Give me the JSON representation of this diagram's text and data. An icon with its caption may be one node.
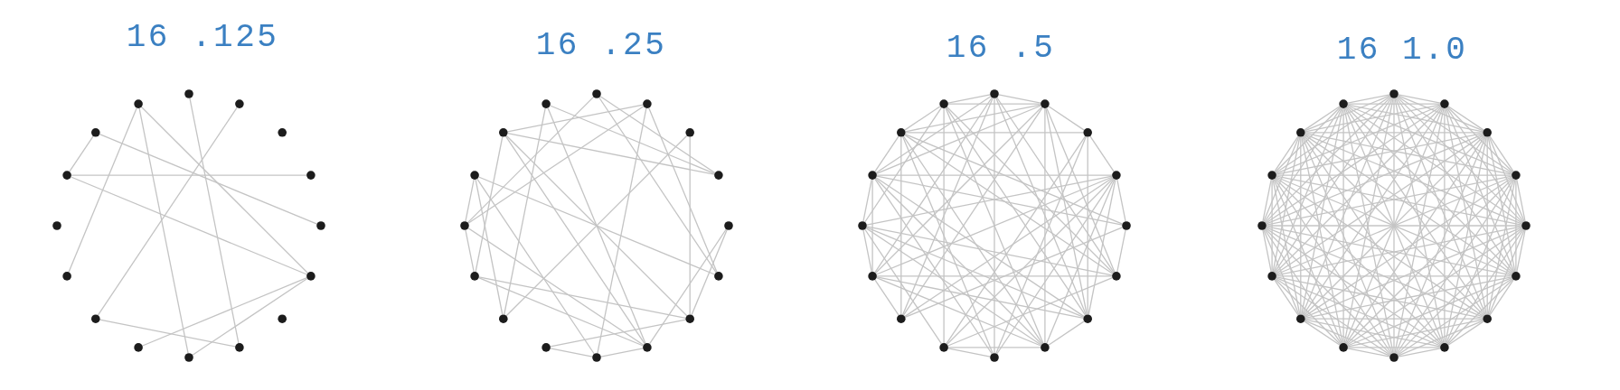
{
  "diagram": {
    "nodes": [
      {
        "text": [],
        "shape": "circle"
      },
      {
        "text": [],
        "shape": "circle"
      },
      {
        "text": [],
        "shape": "circle"
      },
      {
        "text": [],
        "shape": "circle"
      },
      {
        "text": [],
        "shape": "circle"
      },
      {
        "text": [],
        "shape": "circle"
      },
      {
        "text": [],
        "shape": "circle"
      },
      {
        "text": [],
        "shape": "circle"
      },
      {
        "text": [],
        "shape": "circle"
      },
      {
        "text": [],
        "shape": "circle"
      },
      {
        "text": [],
        "shape": "circle"
      },
      {
        "text": [],
        "shape": "circle"
      },
      {
        "text": [],
        "shape": "circle"
      },
      {
        "text": [],
        "shape": "circle"
      },
      {
        "text": [],
        "shape": "circle"
      },
      {
        "text": [],
        "shape": "circle"
      },
      {
        "text": [],
        "shape": "circle"
      },
      {
        "text": [],
        "shape": "circle"
      },
      {
        "text": [],
        "shape": "circle"
      },
      {
        "text": [],
        "shape": "circle"
      },
      {
        "text": [],
        "shape": "circle"
      },
      {
        "text": [],
        "shape": "circle"
      },
      {
        "text": [],
        "shape": "circle"
      },
      {
        "text": [],
        "shape": "circle"
      },
      {
        "text": [],
        "shape": "circle"
      },
      {
        "text": [],
        "shape": "circle"
      },
      {
        "text": [],
        "shape": "circle"
      },
      {
        "text": [],
        "shape": "circle"
      },
      {
        "text": [],
        "shape": "circle"
      },
      {
        "text": [],
        "shape": "circle"
      },
      {
        "text": [],
        "shape": "circle"
      },
      {
        "text": [],
        "shape": "circle"
      },
      {
        "text": [],
        "shape": "circle"
      },
      {
        "text": [],
        "shape": "circle"
      },
      {
        "text": [],
        "shape": "circle"
      },
      {
        "text": [],
        "shape": "circle"
      },
      {
        "text": [],
        "shape": "circle"
      },
      {
        "text": [],
        "shape": "circle"
      },
      {
        "text": [],
        "shape": "circle"
      },
      {
        "text": [],
        "shape": "circle"
      },
      {
        "text": [],
        "shape": "circle"
      },
      {
        "text": [],
        "shape": "circle"
      },
      {
        "text": [],
        "shape": "circle"
      },
      {
        "text": [],
        "shape": "circle"
      },
      {
        "text": [],
        "shape": "circle"
      },
      {
        "text": [],
        "shape": "circle"
      },
      {
        "text": [],
        "shape": "circle"
      },
      {
        "text": [],
        "shape": "circle"
      },
      {
        "text": [],
        "shape": "circle"
      },
      {
        "text": [],
        "shape": "circle"
      },
      {
        "text": [],
        "shape": "circle"
      },
      {
        "text": [],
        "shape": "circle"
      },
      {
        "text": [],
        "shape": "circle"
      },
      {
        "text": [],
        "shape": "circle"
      },
      {
        "text": [],
        "shape": "circle"
      },
      {
        "text": [],
        "shape": "circle"
      },
      {
        "text": [],
        "shape": "circle"
      },
      {
        "text": [],
        "shape": "circle"
      },
      {
        "text": [],
        "shape": "circle"
      },
      {
        "text": [],
        "shape": "circle"
      },
      {
        "text": [],
        "shape": "circle"
      },
      {
        "text": [],
        "shape": "circle"
      },
      {
        "text": [],
        "shape": "circle"
      },
      {
        "text": [],
        "shape": "circle"
      }
    ],
    "edges": [
      {
        "from": 0,
        "to": 7,
        "arrow": "none"
      },
      {
        "from": 1,
        "to": 10,
        "arrow": "none"
      },
      {
        "from": 15,
        "to": 11,
        "arrow": "none"
      },
      {
        "from": 15,
        "to": 8,
        "arrow": "none"
      },
      {
        "from": 15,
        "to": 5,
        "arrow": "none"
      },
      {
        "from": 14,
        "to": 13,
        "arrow": "none"
      },
      {
        "from": 14,
        "to": 4,
        "arrow": "none"
      },
      {
        "from": 13,
        "to": 3,
        "arrow": "none"
      },
      {
        "from": 13,
        "to": 5,
        "arrow": "none"
      },
      {
        "from": 10,
        "to": 7,
        "arrow": "none"
      },
      {
        "from": 9,
        "to": 5,
        "arrow": "none"
      },
      {
        "from": 8,
        "to": 5,
        "arrow": "none"
      },
      {
        "from": 16,
        "to": 28,
        "arrow": "none"
      },
      {
        "from": 16,
        "to": 19,
        "arrow": "none"
      },
      {
        "from": 16,
        "to": 21,
        "arrow": "none"
      },
      {
        "from": 17,
        "to": 30,
        "arrow": "none"
      },
      {
        "from": 17,
        "to": 28,
        "arrow": "none"
      },
      {
        "from": 17,
        "to": 24,
        "arrow": "none"
      },
      {
        "from": 17,
        "to": 21,
        "arrow": "none"
      },
      {
        "from": 18,
        "to": 26,
        "arrow": "none"
      },
      {
        "from": 18,
        "to": 22,
        "arrow": "none"
      },
      {
        "from": 20,
        "to": 22,
        "arrow": "none"
      },
      {
        "from": 20,
        "to": 23,
        "arrow": "none"
      },
      {
        "from": 21,
        "to": 29,
        "arrow": "none"
      },
      {
        "from": 22,
        "to": 27,
        "arrow": "none"
      },
      {
        "from": 22,
        "to": 25,
        "arrow": "none"
      },
      {
        "from": 23,
        "to": 24,
        "arrow": "none"
      },
      {
        "from": 24,
        "to": 25,
        "arrow": "none"
      },
      {
        "from": 23,
        "to": 28,
        "arrow": "none"
      },
      {
        "from": 23,
        "to": 30,
        "arrow": "none"
      },
      {
        "from": 23,
        "to": 31,
        "arrow": "none"
      },
      {
        "from": 24,
        "to": 29,
        "arrow": "none"
      },
      {
        "from": 26,
        "to": 29,
        "arrow": "none"
      },
      {
        "from": 26,
        "to": 31,
        "arrow": "none"
      },
      {
        "from": 27,
        "to": 30,
        "arrow": "none"
      },
      {
        "from": 27,
        "to": 28,
        "arrow": "none"
      },
      {
        "from": 28,
        "to": 29,
        "arrow": "none"
      },
      {
        "from": 31,
        "to": 19,
        "arrow": "none"
      },
      {
        "from": 30,
        "to": 19,
        "arrow": "none"
      },
      {
        "from": 30,
        "to": 22,
        "arrow": "none"
      },
      {
        "from": 27,
        "to": 23,
        "arrow": "none"
      },
      {
        "from": 34,
        "to": 38,
        "arrow": "none"
      },
      {
        "from": 33,
        "to": 39,
        "arrow": "none"
      },
      {
        "from": 32,
        "to": 40,
        "arrow": "none"
      },
      {
        "from": 47,
        "to": 41,
        "arrow": "none"
      },
      {
        "from": 46,
        "to": 42,
        "arrow": "none"
      },
      {
        "from": 45,
        "to": 43,
        "arrow": "none"
      },
      {
        "from": 46,
        "to": 34,
        "arrow": "none"
      },
      {
        "from": 43,
        "to": 37,
        "arrow": "none"
      },
      {
        "from": 47,
        "to": 33,
        "arrow": "none"
      },
      {
        "from": 41,
        "to": 39,
        "arrow": "none"
      },
      {
        "from": 32,
        "to": 47,
        "arrow": "none"
      },
      {
        "from": 32,
        "to": 33,
        "arrow": "none"
      },
      {
        "from": 33,
        "to": 34,
        "arrow": "none"
      },
      {
        "from": 34,
        "to": 35,
        "arrow": "none"
      },
      {
        "from": 35,
        "to": 36,
        "arrow": "none"
      },
      {
        "from": 36,
        "to": 37,
        "arrow": "none"
      },
      {
        "from": 44,
        "to": 45,
        "arrow": "none"
      },
      {
        "from": 44,
        "to": 43,
        "arrow": "none"
      },
      {
        "from": 43,
        "to": 42,
        "arrow": "none"
      },
      {
        "from": 40,
        "to": 41,
        "arrow": "none"
      },
      {
        "from": 45,
        "to": 46,
        "arrow": "none"
      },
      {
        "from": 39,
        "to": 38,
        "arrow": "none"
      },
      {
        "from": 47,
        "to": 46,
        "arrow": "none"
      },
      {
        "from": 32,
        "to": 42,
        "arrow": "none"
      },
      {
        "from": 32,
        "to": 43,
        "arrow": "none"
      },
      {
        "from": 32,
        "to": 37,
        "arrow": "none"
      },
      {
        "from": 32,
        "to": 38,
        "arrow": "none"
      },
      {
        "from": 32,
        "to": 45,
        "arrow": "none"
      },
      {
        "from": 33,
        "to": 42,
        "arrow": "none"
      },
      {
        "from": 33,
        "to": 43,
        "arrow": "none"
      },
      {
        "from": 33,
        "to": 45,
        "arrow": "none"
      },
      {
        "from": 33,
        "to": 46,
        "arrow": "none"
      },
      {
        "from": 33,
        "to": 37,
        "arrow": "none"
      },
      {
        "from": 33,
        "to": 38,
        "arrow": "none"
      },
      {
        "from": 47,
        "to": 37,
        "arrow": "none"
      },
      {
        "from": 47,
        "to": 38,
        "arrow": "none"
      },
      {
        "from": 47,
        "to": 39,
        "arrow": "none"
      },
      {
        "from": 47,
        "to": 44,
        "arrow": "none"
      },
      {
        "from": 46,
        "to": 36,
        "arrow": "none"
      },
      {
        "from": 46,
        "to": 37,
        "arrow": "none"
      },
      {
        "from": 46,
        "to": 39,
        "arrow": "none"
      },
      {
        "from": 46,
        "to": 40,
        "arrow": "none"
      },
      {
        "from": 45,
        "to": 35,
        "arrow": "none"
      },
      {
        "from": 45,
        "to": 36,
        "arrow": "none"
      },
      {
        "from": 45,
        "to": 38,
        "arrow": "none"
      },
      {
        "from": 45,
        "to": 39,
        "arrow": "none"
      },
      {
        "from": 45,
        "to": 40,
        "arrow": "none"
      },
      {
        "from": 44,
        "to": 35,
        "arrow": "none"
      },
      {
        "from": 44,
        "to": 37,
        "arrow": "none"
      },
      {
        "from": 44,
        "to": 38,
        "arrow": "none"
      },
      {
        "from": 44,
        "to": 39,
        "arrow": "none"
      },
      {
        "from": 44,
        "to": 41,
        "arrow": "none"
      },
      {
        "from": 43,
        "to": 35,
        "arrow": "none"
      },
      {
        "from": 43,
        "to": 38,
        "arrow": "none"
      },
      {
        "from": 43,
        "to": 39,
        "arrow": "none"
      },
      {
        "from": 42,
        "to": 35,
        "arrow": "none"
      },
      {
        "from": 42,
        "to": 36,
        "arrow": "none"
      },
      {
        "from": 41,
        "to": 34,
        "arrow": "none"
      },
      {
        "from": 41,
        "to": 35,
        "arrow": "none"
      },
      {
        "from": 41,
        "to": 37,
        "arrow": "none"
      },
      {
        "from": 40,
        "to": 34,
        "arrow": "none"
      },
      {
        "from": 40,
        "to": 35,
        "arrow": "none"
      },
      {
        "from": 39,
        "to": 35,
        "arrow": "none"
      },
      {
        "from": 38,
        "to": 35,
        "arrow": "none"
      },
      {
        "from": 48,
        "to": 49,
        "arrow": "none"
      },
      {
        "from": 48,
        "to": 50,
        "arrow": "none"
      },
      {
        "from": 48,
        "to": 51,
        "arrow": "none"
      },
      {
        "from": 48,
        "to": 52,
        "arrow": "none"
      },
      {
        "from": 48,
        "to": 53,
        "arrow": "none"
      },
      {
        "from": 48,
        "to": 54,
        "arrow": "none"
      },
      {
        "from": 48,
        "to": 55,
        "arrow": "none"
      },
      {
        "from": 48,
        "to": 56,
        "arrow": "none"
      },
      {
        "from": 48,
        "to": 57,
        "arrow": "none"
      },
      {
        "from": 48,
        "to": 58,
        "arrow": "none"
      },
      {
        "from": 48,
        "to": 59,
        "arrow": "none"
      },
      {
        "from": 48,
        "to": 60,
        "arrow": "none"
      },
      {
        "from": 48,
        "to": 61,
        "arrow": "none"
      },
      {
        "from": 48,
        "to": 62,
        "arrow": "none"
      },
      {
        "from": 48,
        "to": 63,
        "arrow": "none"
      },
      {
        "from": 49,
        "to": 50,
        "arrow": "none"
      },
      {
        "from": 49,
        "to": 51,
        "arrow": "none"
      },
      {
        "from": 49,
        "to": 52,
        "arrow": "none"
      },
      {
        "from": 49,
        "to": 53,
        "arrow": "none"
      },
      {
        "from": 49,
        "to": 54,
        "arrow": "none"
      },
      {
        "from": 49,
        "to": 55,
        "arrow": "none"
      },
      {
        "from": 49,
        "to": 56,
        "arrow": "none"
      },
      {
        "from": 49,
        "to": 57,
        "arrow": "none"
      },
      {
        "from": 49,
        "to": 58,
        "arrow": "none"
      },
      {
        "from": 49,
        "to": 59,
        "arrow": "none"
      },
      {
        "from": 49,
        "to": 60,
        "arrow": "none"
      },
      {
        "from": 49,
        "to": 61,
        "arrow": "none"
      },
      {
        "from": 49,
        "to": 62,
        "arrow": "none"
      },
      {
        "from": 49,
        "to": 63,
        "arrow": "none"
      },
      {
        "from": 50,
        "to": 51,
        "arrow": "none"
      },
      {
        "from": 50,
        "to": 52,
        "arrow": "none"
      },
      {
        "from": 50,
        "to": 53,
        "arrow": "none"
      },
      {
        "from": 50,
        "to": 54,
        "arrow": "none"
      },
      {
        "from": 50,
        "to": 55,
        "arrow": "none"
      },
      {
        "from": 50,
        "to": 56,
        "arrow": "none"
      },
      {
        "from": 50,
        "to": 57,
        "arrow": "none"
      },
      {
        "from": 50,
        "to": 58,
        "arrow": "none"
      },
      {
        "from": 50,
        "to": 59,
        "arrow": "none"
      },
      {
        "from": 50,
        "to": 60,
        "arrow": "none"
      },
      {
        "from": 50,
        "to": 61,
        "arrow": "none"
      },
      {
        "from": 50,
        "to": 62,
        "arrow": "none"
      },
      {
        "from": 50,
        "to": 63,
        "arrow": "none"
      },
      {
        "from": 51,
        "to": 52,
        "arrow": "none"
      },
      {
        "from": 51,
        "to": 53,
        "arrow": "none"
      },
      {
        "from": 51,
        "to": 54,
        "arrow": "none"
      },
      {
        "from": 51,
        "to": 55,
        "arrow": "none"
      },
      {
        "from": 51,
        "to": 56,
        "arrow": "none"
      },
      {
        "from": 51,
        "to": 57,
        "arrow": "none"
      },
      {
        "from": 51,
        "to": 58,
        "arrow": "none"
      },
      {
        "from": 51,
        "to": 59,
        "arrow": "none"
      },
      {
        "from": 51,
        "to": 60,
        "arrow": "none"
      },
      {
        "from": 51,
        "to": 61,
        "arrow": "none"
      },
      {
        "from": 51,
        "to": 62,
        "arrow": "none"
      },
      {
        "from": 51,
        "to": 63,
        "arrow": "none"
      },
      {
        "from": 52,
        "to": 53,
        "arrow": "none"
      },
      {
        "from": 52,
        "to": 54,
        "arrow": "none"
      },
      {
        "from": 52,
        "to": 55,
        "arrow": "none"
      },
      {
        "from": 52,
        "to": 56,
        "arrow": "none"
      },
      {
        "from": 52,
        "to": 57,
        "arrow": "none"
      },
      {
        "from": 52,
        "to": 58,
        "arrow": "none"
      },
      {
        "from": 52,
        "to": 59,
        "arrow": "none"
      },
      {
        "from": 52,
        "to": 60,
        "arrow": "none"
      },
      {
        "from": 52,
        "to": 61,
        "arrow": "none"
      },
      {
        "from": 52,
        "to": 62,
        "arrow": "none"
      },
      {
        "from": 52,
        "to": 63,
        "arrow": "none"
      },
      {
        "from": 53,
        "to": 54,
        "arrow": "none"
      },
      {
        "from": 53,
        "to": 55,
        "arrow": "none"
      },
      {
        "from": 53,
        "to": 56,
        "arrow": "none"
      },
      {
        "from": 53,
        "to": 57,
        "arrow": "none"
      },
      {
        "from": 53,
        "to": 58,
        "arrow": "none"
      },
      {
        "from": 53,
        "to": 59,
        "arrow": "none"
      },
      {
        "from": 53,
        "to": 60,
        "arrow": "none"
      },
      {
        "from": 53,
        "to": 61,
        "arrow": "none"
      },
      {
        "from": 53,
        "to": 62,
        "arrow": "none"
      },
      {
        "from": 53,
        "to": 63,
        "arrow": "none"
      },
      {
        "from": 54,
        "to": 55,
        "arrow": "none"
      },
      {
        "from": 54,
        "to": 56,
        "arrow": "none"
      },
      {
        "from": 54,
        "to": 57,
        "arrow": "none"
      },
      {
        "from": 54,
        "to": 58,
        "arrow": "none"
      },
      {
        "from": 54,
        "to": 59,
        "arrow": "none"
      },
      {
        "from": 54,
        "to": 60,
        "arrow": "none"
      },
      {
        "from": 54,
        "to": 61,
        "arrow": "none"
      },
      {
        "from": 54,
        "to": 62,
        "arrow": "none"
      },
      {
        "from": 54,
        "to": 63,
        "arrow": "none"
      },
      {
        "from": 55,
        "to": 56,
        "arrow": "none"
      },
      {
        "from": 55,
        "to": 57,
        "arrow": "none"
      },
      {
        "from": 55,
        "to": 58,
        "arrow": "none"
      },
      {
        "from": 55,
        "to": 59,
        "arrow": "none"
      },
      {
        "from": 55,
        "to": 60,
        "arrow": "none"
      },
      {
        "from": 55,
        "to": 61,
        "arrow": "none"
      },
      {
        "from": 55,
        "to": 62,
        "arrow": "none"
      },
      {
        "from": 55,
        "to": 63,
        "arrow": "none"
      },
      {
        "from": 56,
        "to": 57,
        "arrow": "none"
      },
      {
        "from": 56,
        "to": 58,
        "arrow": "none"
      },
      {
        "from": 56,
        "to": 59,
        "arrow": "none"
      },
      {
        "from": 56,
        "to": 60,
        "arrow": "none"
      },
      {
        "from": 56,
        "to": 61,
        "arrow": "none"
      },
      {
        "from": 56,
        "to": 62,
        "arrow": "none"
      },
      {
        "from": 56,
        "to": 63,
        "arrow": "none"
      },
      {
        "from": 57,
        "to": 58,
        "arrow": "none"
      },
      {
        "from": 57,
        "to": 59,
        "arrow": "none"
      },
      {
        "from": 57,
        "to": 60,
        "arrow": "none"
      },
      {
        "from": 57,
        "to": 61,
        "arrow": "none"
      },
      {
        "from": 57,
        "to": 62,
        "arrow": "none"
      },
      {
        "from": 57,
        "to": 63,
        "arrow": "none"
      },
      {
        "from": 58,
        "to": 59,
        "arrow": "none"
      },
      {
        "from": 58,
        "to": 60,
        "arrow": "none"
      },
      {
        "from": 58,
        "to": 61,
        "arrow": "none"
      },
      {
        "from": 58,
        "to": 62,
        "arrow": "none"
      },
      {
        "from": 58,
        "to": 63,
        "arrow": "none"
      },
      {
        "from": 59,
        "to": 60,
        "arrow": "none"
      },
      {
        "from": 59,
        "to": 61,
        "arrow": "none"
      },
      {
        "from": 59,
        "to": 62,
        "arrow": "none"
      },
      {
        "from": 59,
        "to": 63,
        "arrow": "none"
      },
      {
        "from": 60,
        "to": 61,
        "arrow": "none"
      },
      {
        "from": 60,
        "to": 62,
        "arrow": "none"
      },
      {
        "from": 60,
        "to": 63,
        "arrow": "none"
      },
      {
        "from": 61,
        "to": 62,
        "arrow": "none"
      },
      {
        "from": 61,
        "to": 63,
        "arrow": "none"
      },
      {
        "from": 62,
        "to": 63,
        "arrow": "none"
      }
    ],
    "labels": [
      "16 .125",
      "16 .25",
      "16 .5",
      "16 1.0"
    ]
  }
}
